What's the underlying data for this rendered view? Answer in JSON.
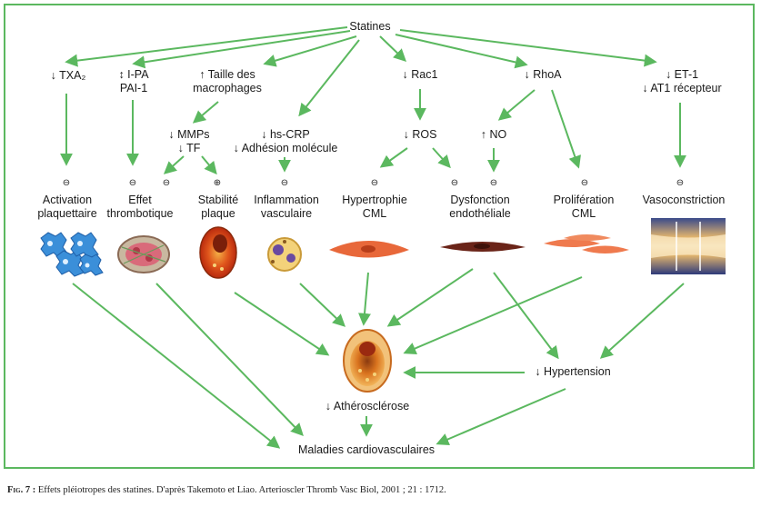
{
  "nodes": {
    "statines": "Statines",
    "txa2": "↓ TXA₂",
    "ipa": "↕ I-PA\nPAI-1",
    "taille": "↑ Taille des\nmacrophages",
    "rac1": "↓ Rac1",
    "rhoa": "↓ RhoA",
    "et1": "↓ ET-1\n↓ AT1 récepteur",
    "mmps": "↓ MMPs\n↓ TF",
    "hscrp": "↓ hs-CRP\n↓ Adhésion molécule",
    "ros": "↓ ROS",
    "no": "↑ NO",
    "activation": "Activation\nplaquettaire",
    "effet": "Effet\nthrombotique",
    "stabilite": "Stabilité\nplaque",
    "inflammation": "Inflammation\nvasculaire",
    "hypertrophie": "Hypertrophie\nCML",
    "dysfonction": "Dysfonction\nendothéliale",
    "proliferation": "Prolifération\nCML",
    "vasoconstriction": "Vasoconstriction",
    "hypertension": "↓ Hypertension",
    "atherosclerose": "↓ Athérosclérose",
    "maladies": "Maladies cardiovasculaires"
  },
  "signs": {
    "minus": "⊖",
    "plus": "⊕"
  },
  "caption": {
    "label": "Fig. 7 :",
    "text": " Effets pléiotropes des statines. D'après Takemoto et Liao. Arterioscler Thromb Vasc Biol, 2001 ; 21 : 1712."
  },
  "colors": {
    "arrow": "#5bb85f",
    "frame": "#5bb85f"
  },
  "icons": [
    "platelet-cluster-icon",
    "thrombus-icon",
    "plaque-cross-section-icon",
    "inflammatory-cell-icon",
    "smooth-muscle-cell-icon",
    "endothelial-cell-icon",
    "proliferating-cells-icon",
    "constricted-vessel-icon",
    "atheroma-artery-icon"
  ]
}
